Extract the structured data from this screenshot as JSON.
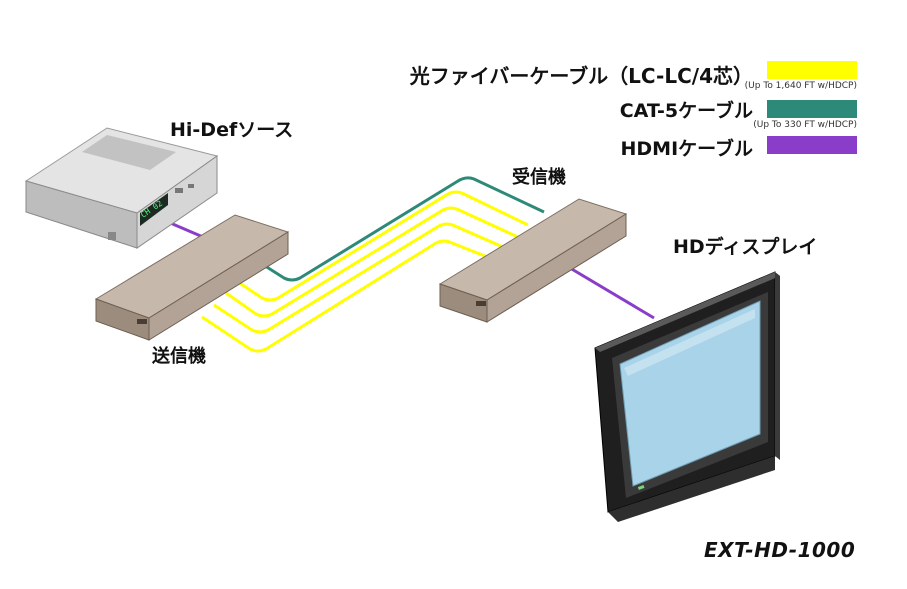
{
  "legend": {
    "fiber": {
      "label": "光ファイバーケーブル（LC-LC/4芯）",
      "note": "(Up To 1,640 FT w/HDCP)",
      "color": "#ffff00"
    },
    "cat5": {
      "label": "CAT-5ケーブル",
      "note": "(Up To 330 FT w/HDCP)",
      "color": "#2e8a78"
    },
    "hdmi": {
      "label": "HDMIケーブル",
      "color": "#8a3dc8"
    }
  },
  "labels": {
    "source": "Hi-Defソース",
    "transmitter": "送信機",
    "receiver": "受信機",
    "display": "HDディスプレイ",
    "source_display": "CH 02"
  },
  "model": "EXT-HD-1000",
  "colors": {
    "device_face": "#a8988a",
    "device_top": "#c6b8aa",
    "screen": "#a9d3e8",
    "bezel": "#2a2a2a"
  }
}
